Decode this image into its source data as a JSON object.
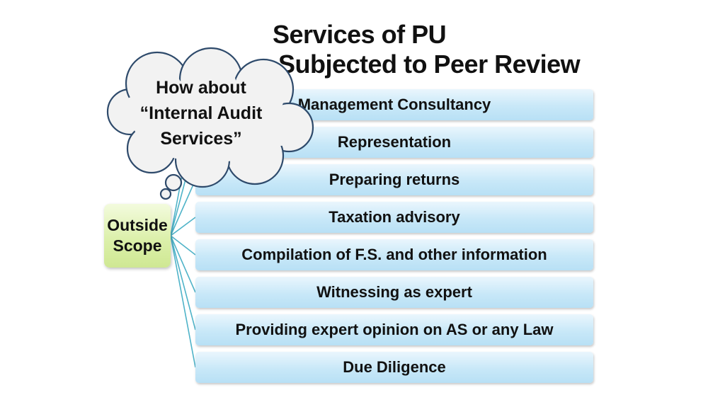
{
  "slide": {
    "title_line1": "Services of PU",
    "title_line2": "Subjected to Peer Review"
  },
  "diagram": {
    "root_label": "Outside\nScope",
    "services": [
      "Management Consultancy",
      "Representation",
      "Preparing returns",
      "Taxation advisory",
      "Compilation of F.S. and other information",
      "Witnessing as expert",
      "Providing expert opinion on AS or any Law",
      "Due Diligence"
    ]
  },
  "callout": {
    "lines": [
      "How about",
      "“Internal Audit",
      "Services”"
    ]
  },
  "colors": {
    "service_box": "#c8e8f8",
    "root_box": "#dcf0ab",
    "connector": "#4fb3c8",
    "cloud_fill": "#f2f2f2",
    "cloud_stroke": "#2e4a6b"
  }
}
